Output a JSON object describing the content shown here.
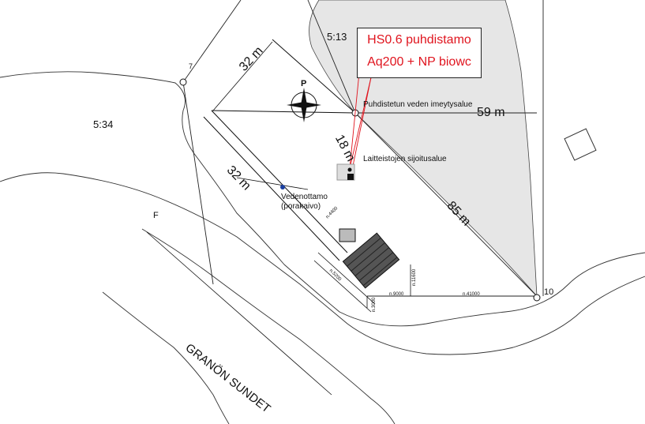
{
  "labels": {
    "parcel_north": "5:13",
    "parcel_west": "5:34",
    "f_marker": "F",
    "area_name": "GRANÖN SUNDET",
    "absorption_area": "Puhdistetun veden imeytysalue",
    "equipment_area": "Laitteistojen sijoitusalue",
    "water_intake_line1": "Vedenottamo",
    "water_intake_line2": "(porakaivo)",
    "north_arrow": "P",
    "point_7": "7",
    "point_10": "10"
  },
  "callout": {
    "line1": "HS0.6 puhdistamo",
    "line2": "Aq200 + NP biowc"
  },
  "distances": {
    "d1": "32 m",
    "d2": "32 m",
    "d3": "18 m",
    "d4": "59 m",
    "d5": "85 m"
  },
  "dimensions": {
    "n9000": "n.9000",
    "n41000": "n.41000",
    "n11600": "n.11600",
    "n3000": "n.3000",
    "n4400": "n.4400",
    "n5200": "n.5200"
  },
  "colors": {
    "callout_text": "#e0141e",
    "shaded_area": "#e6e6e6",
    "water_intake": "#1a3fa0"
  }
}
